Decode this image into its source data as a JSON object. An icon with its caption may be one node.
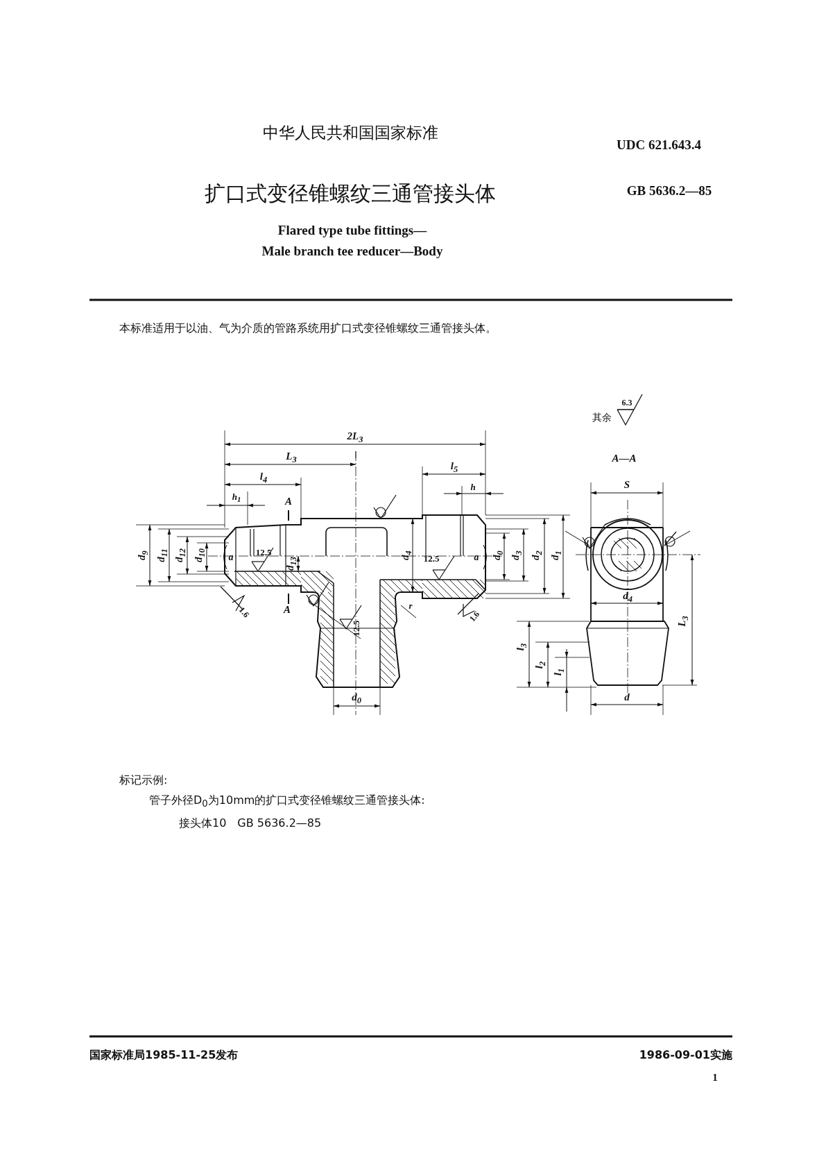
{
  "diagram": {
    "title": "扩口式变径锥螺纹三通管接头体",
    "labels": [
      "中华人民共和国国家标准",
      "UDC 621.643.4",
      "GB 5636.2—85",
      "Flared type tube fittings—",
      "Male branch tee reducer—Body",
      "本标准适用于以油、气为介质的管路系统用扩口式变径锥螺纹三通管接头体。",
      "6.3",
      "其余",
      "A—A",
      "2L$_{3}$",
      "L$_{3}$",
      "l$_{4}$",
      "l$_{5}$",
      "h$_{1}$",
      "h",
      "A",
      "S",
      "d$_{9}$",
      "d$_{11}$",
      "d$_{12}$",
      "d$_{10}$",
      "a",
      "12.5",
      "d$_{13}$",
      "d$_{4}$",
      "12.5",
      "a",
      "d$_{0}$",
      "d$_{3}$",
      "d$_{2}$",
      "d$_{1}$",
      "A",
      "1.6",
      "r",
      "1.6",
      "12.5",
      "d$_{4}$",
      "L$_{3}$",
      "l$_{3}$",
      "l$_{2}$",
      "l$_{1}$",
      "d",
      "d$_{0}$",
      "标记示例:",
      "管子外径D$_{0}$为10mm的扩口式变径锥螺纹三通管接头体:",
      "接头体10　GB 5636.2—85",
      "国家标准局1985-11-25发布",
      "1986-09-01实施",
      "1"
    ]
  }
}
